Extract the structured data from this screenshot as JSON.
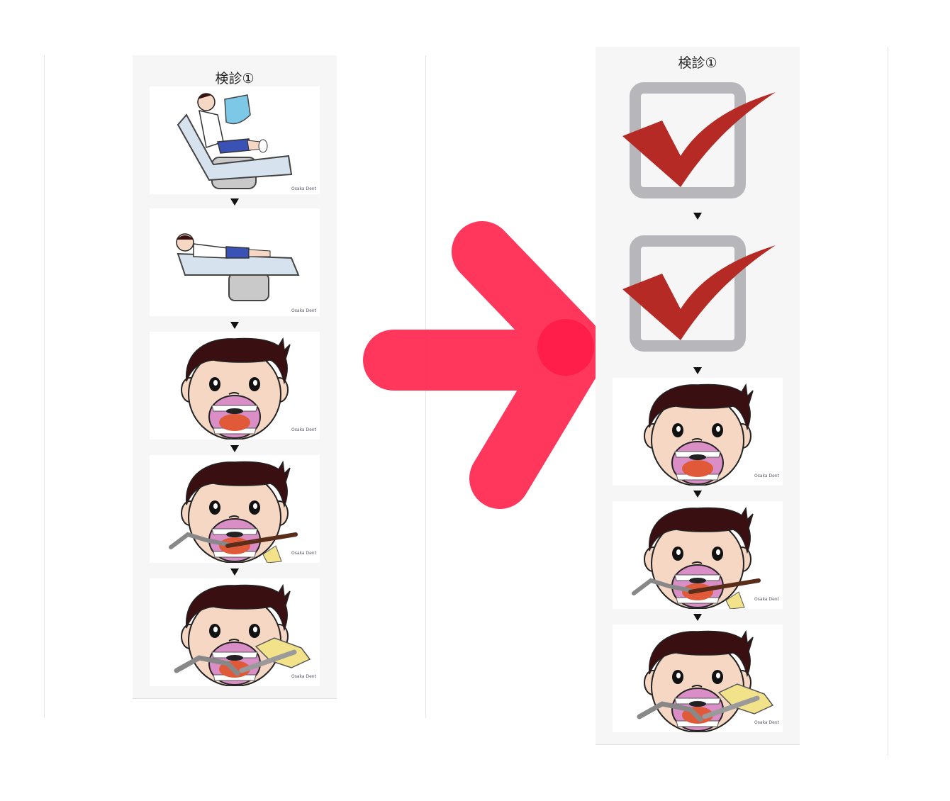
{
  "before": {
    "title": "検診①",
    "steps": [
      {
        "icon": "reclining-dental-chair-patient-illustration"
      },
      {
        "icon": "lying-dental-chair-patient-illustration"
      },
      {
        "icon": "open-mouth-face-illustration"
      },
      {
        "icon": "mirror-and-probe-exam-illustration"
      },
      {
        "icon": "suction-and-handpiece-illustration"
      }
    ]
  },
  "after": {
    "title": "検診①",
    "steps": [
      {
        "icon": "red-checkmark-box-icon"
      },
      {
        "icon": "red-checkmark-box-icon"
      },
      {
        "icon": "open-mouth-face-illustration"
      },
      {
        "icon": "mirror-and-probe-exam-illustration"
      },
      {
        "icon": "suction-and-handpiece-illustration"
      }
    ]
  },
  "arrow": {
    "icon": "right-arrow-icon",
    "color": "#ff2d55"
  },
  "colors": {
    "panel_bg": "#f6f6f6",
    "check_red": "#b52a25",
    "hair": "#3a0f12"
  }
}
